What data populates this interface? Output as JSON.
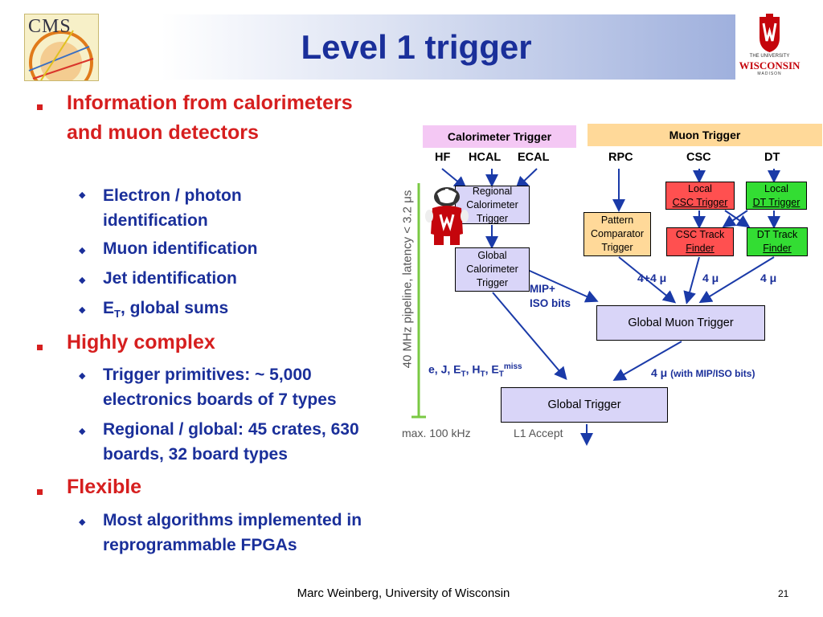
{
  "header": {
    "title": "Level 1 trigger"
  },
  "logos": {
    "left_text": "CMS",
    "right_line1": "THE UNIVERSITY",
    "right_line2": "WISCONSIN",
    "right_line3": "MADISON"
  },
  "bullets": {
    "b1": "Information from calorimeters and muon detectors",
    "b1_sub": [
      "Electron / photon identification",
      "Muon identification",
      "Jet identification"
    ],
    "b1_sub4_main": "E",
    "b1_sub4_subscript": "T",
    "b1_sub4_rest": ", global sums",
    "b2": "Highly complex",
    "b2_sub": [
      "Trigger primitives: ~ 5,000 electronics boards of 7 types",
      "Regional / global: 45 crates, 630 boards, 32 board types"
    ],
    "b3": "Flexible",
    "b3_sub": [
      "Most algorithms implemented in reprogrammable FPGAs"
    ]
  },
  "diagram": {
    "calo_header": "Calorimeter Trigger",
    "muon_header": "Muon Trigger",
    "calo_inputs": [
      "HF",
      "HCAL",
      "ECAL"
    ],
    "muon_inputs": [
      "RPC",
      "CSC",
      "DT"
    ],
    "regional_calo": "Regional Calorimeter Trigger",
    "global_calo": "Global Calorimeter Trigger",
    "pattern_comp": "Pattern Comparator Trigger",
    "local_csc_line1": "Local",
    "local_csc_line2": "CSC Trigger",
    "local_dt_line1": "Local",
    "local_dt_line2": "DT Trigger",
    "csc_track_line1": "CSC Track",
    "csc_track_line2": "Finder",
    "dt_track_line1": "DT Track",
    "dt_track_line2": "Finder",
    "mu_rpc": "4+4 μ",
    "mu_csc": "4 μ",
    "mu_dt": "4 μ",
    "mip_iso": "MIP+",
    "mip_iso2": "ISO bits",
    "global_muon": "Global Muon Trigger",
    "global_trigger": "Global Trigger",
    "calo_objects": "e, J, E",
    "calo_objects_sub1": "T",
    "calo_objects_mid": ", H",
    "calo_objects_sub2": "T",
    "calo_objects_mid2": ", E",
    "calo_objects_sub3": "T",
    "calo_objects_sup": "miss",
    "muon_to_gt": "4 μ",
    "muon_to_gt_note": "(with MIP/ISO bits)",
    "latency_label": "40 MHz pipeline,  latency < 3.2 μs",
    "rate_label": "max. 100 kHz",
    "accept_label": "L1 Accept"
  },
  "footer": {
    "text": "Marc Weinberg, University of Wisconsin",
    "page": "21"
  },
  "colors": {
    "title": "#1a2f9a",
    "accent_red": "#d61f1f",
    "calo_header_bg": "#f4c8f4",
    "muon_header_bg": "#ffd999",
    "box_lavender": "#d9d5f8",
    "box_orange": "#ffd999",
    "box_red": "#ff5050",
    "box_green": "#33dd33",
    "arrow": "#1a3aa8"
  }
}
